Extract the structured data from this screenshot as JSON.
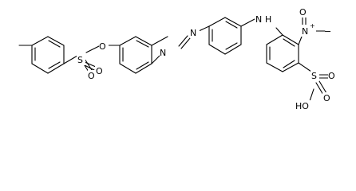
{
  "labels": {
    "sulfonyl_s": "S",
    "sulfonyl_o1": "O",
    "sulfonyl_o2": "O",
    "ester_o": "O",
    "azo_n1": "N",
    "azo_n2": "N",
    "amine_n": "N",
    "amine_h": "H",
    "nitro_n": "N",
    "nitro_plus": "+",
    "nitro_o": "O",
    "nitro_minus": "−",
    "sulfonate_s": "S",
    "sulfonate_o1": "O",
    "sulfonate_o2": "O",
    "sulfonate_ho": "HO"
  }
}
